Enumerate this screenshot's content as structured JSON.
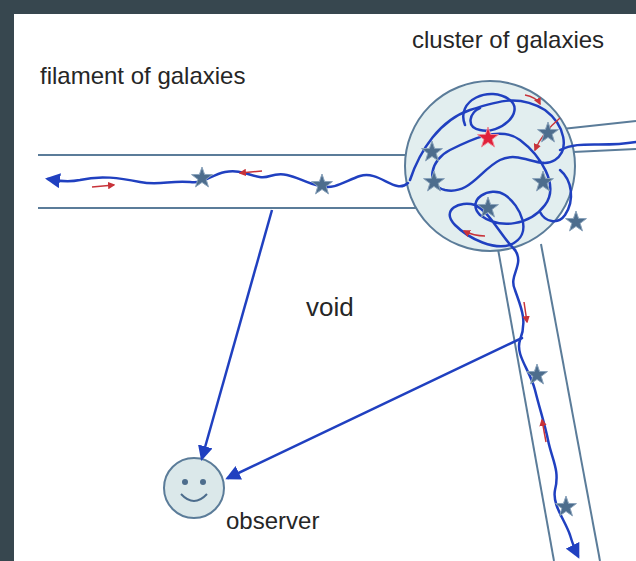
{
  "diagram": {
    "nodes": [
      {
        "text": [
          "cluster of galaxies"
        ]
      },
      {
        "text": [
          "filament of galaxies"
        ]
      },
      {
        "text": [
          "observer"
        ]
      }
    ],
    "edges": [
      {
        "from": 1,
        "to": 2,
        "arrow": "to"
      }
    ],
    "labels": [
      "void"
    ]
  }
}
